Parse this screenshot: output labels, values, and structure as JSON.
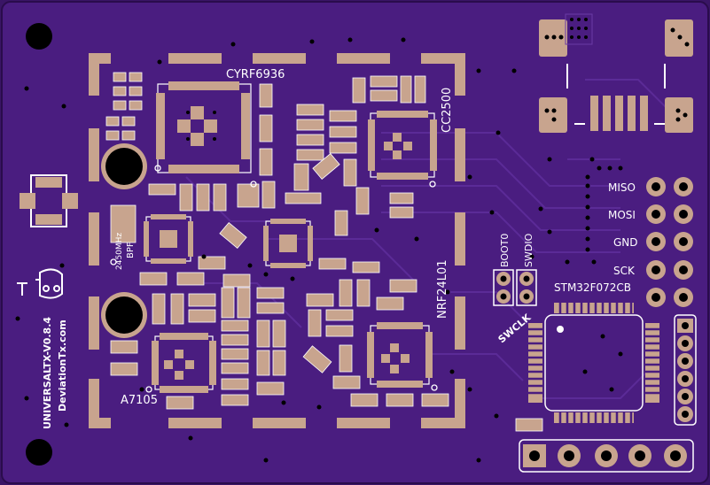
{
  "board": {
    "version_label": "UNIVERSALTX-V0.8.4",
    "site_label": "DeviationTx.com",
    "colors": {
      "soldermask": "#4a1d80",
      "soldermask_edge": "#3a1566",
      "pad": "#c8a48e",
      "silkscreen": "#ffffff",
      "drill": "#000000"
    }
  },
  "modules": {
    "cyrf": "CYRF6936",
    "cc2500": "CC2500",
    "nrf": "NRF24L01",
    "a7105": "A7105",
    "mcu": "STM32F072CB",
    "bpf": "BPF",
    "ghz": "2450MHz"
  },
  "header_pins": {
    "miso": "MISO",
    "mosi": "MOSI",
    "gnd": "GND",
    "sck": "SCK"
  },
  "debug": {
    "boot0": "BOOT0",
    "swdio": "SWDIO",
    "swclk": "SWCLK"
  }
}
